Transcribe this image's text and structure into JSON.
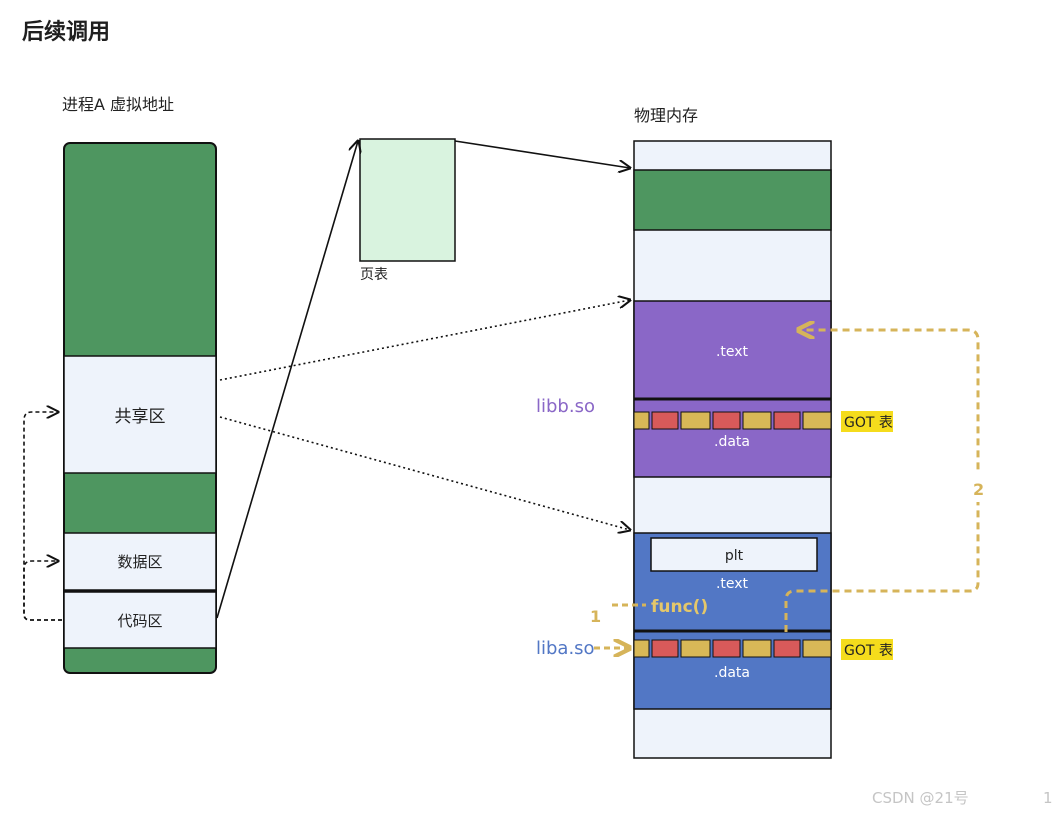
{
  "title": "后续调用",
  "process": {
    "label": "进程A 虚拟地址",
    "regions": {
      "shared": "共享区",
      "data": "数据区",
      "code": "代码区"
    }
  },
  "page_table": {
    "label": "页表"
  },
  "physical": {
    "label": "物理内存",
    "libb": {
      "name": "libb.so",
      "text": ".text",
      "data": ".data",
      "got": "GOT 表"
    },
    "liba": {
      "name": "liba.so",
      "plt": "plt",
      "text": ".text",
      "data": ".data",
      "got": "GOT 表",
      "func": "func()"
    }
  },
  "steps": {
    "one": "1",
    "two": "2"
  },
  "footer": {
    "watermark": "CSDN @21号",
    "page": "1"
  },
  "colors": {
    "green": "#4e9660",
    "light": "#eef3fb",
    "purple": "#8a67c7",
    "blue": "#5277c5",
    "gold": "#d8b857",
    "red": "#d85a5a",
    "got_label": "#f5dc1c",
    "arrow_gold": "#d6b45a"
  }
}
